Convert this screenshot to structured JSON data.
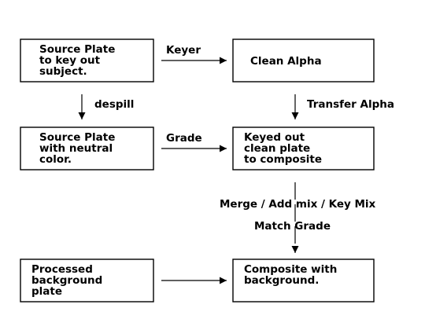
{
  "nodes": {
    "source_plate_key": {
      "lines": [
        "Source Plate",
        "to key out",
        "subject."
      ]
    },
    "clean_alpha": {
      "lines": [
        "Clean Alpha"
      ]
    },
    "source_plate_neutral": {
      "lines": [
        "Source Plate",
        "with neutral",
        "color."
      ]
    },
    "keyed_out": {
      "lines": [
        "Keyed out",
        "clean plate",
        "to composite"
      ]
    },
    "processed_bg": {
      "lines": [
        "Processed",
        "background",
        "plate"
      ]
    },
    "composite": {
      "lines": [
        "Composite with",
        "background."
      ]
    }
  },
  "edges": {
    "keyer": {
      "label": "Keyer"
    },
    "despill": {
      "label": "despill"
    },
    "transfer_alpha": {
      "label": "Transfer Alpha"
    },
    "grade": {
      "label": "Grade"
    },
    "merge": {
      "label": "Merge / Add mix / Key Mix"
    },
    "match_grade": {
      "label": "Match Grade"
    }
  },
  "colors": {
    "stroke": "#000000",
    "background": "#ffffff"
  }
}
